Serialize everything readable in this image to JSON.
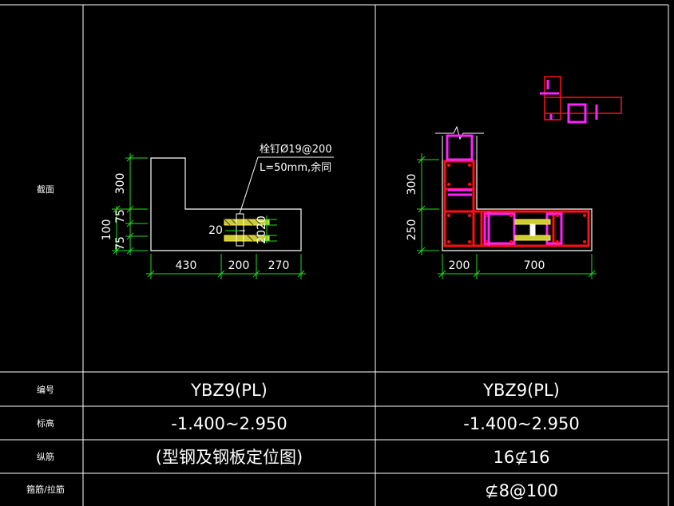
{
  "table": {
    "section_label": "截面",
    "id_label": "编号",
    "elevation_label": "标高",
    "long_bar_label": "纵筋",
    "stirrup_label": "箍筋/拉筋"
  },
  "left_column": {
    "id": "YBZ9(PL)",
    "elevation": "-1.400~2.950",
    "long_bar": "(型钢及钢板定位图)",
    "stirrup": ""
  },
  "right_column": {
    "id": "YBZ9(PL)",
    "elevation": "-1.400~2.950",
    "long_bar": "16⊈16",
    "stirrup": "⊈8@100"
  },
  "left_drawing": {
    "stud_note_line1": "栓钉Ø19@200",
    "stud_note_line2": "L=50mm,余同",
    "dim_430": "430",
    "dim_200": "200",
    "dim_270": "270",
    "dim_300": "300",
    "dim_100": "100",
    "dim_75a": "75",
    "dim_75b": "75",
    "dim_20a": "20",
    "dim_2020": "2020"
  },
  "right_drawing": {
    "dim_200": "200",
    "dim_700": "700",
    "dim_300": "300",
    "dim_250": "250"
  },
  "colors": {
    "grid": "#ffffff",
    "dim": "#22dd22",
    "rebar_red": "#ff1010",
    "stirrup_magenta": "#ff22ff",
    "steel_yellow": "#ffee44"
  }
}
